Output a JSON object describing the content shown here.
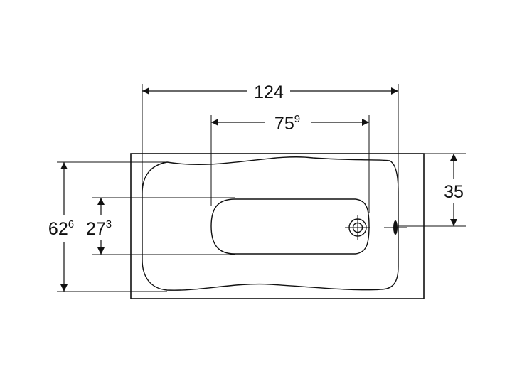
{
  "dimensions": {
    "overall_length": {
      "main": "124",
      "sup": ""
    },
    "inner_length": {
      "main": "75",
      "sup": "9"
    },
    "overall_width": {
      "main": "62",
      "sup": "6"
    },
    "inner_width": {
      "main": "27",
      "sup": "3"
    },
    "drain_offset": {
      "main": "35",
      "sup": ""
    }
  },
  "colors": {
    "line": "#111111",
    "background": "#ffffff"
  }
}
